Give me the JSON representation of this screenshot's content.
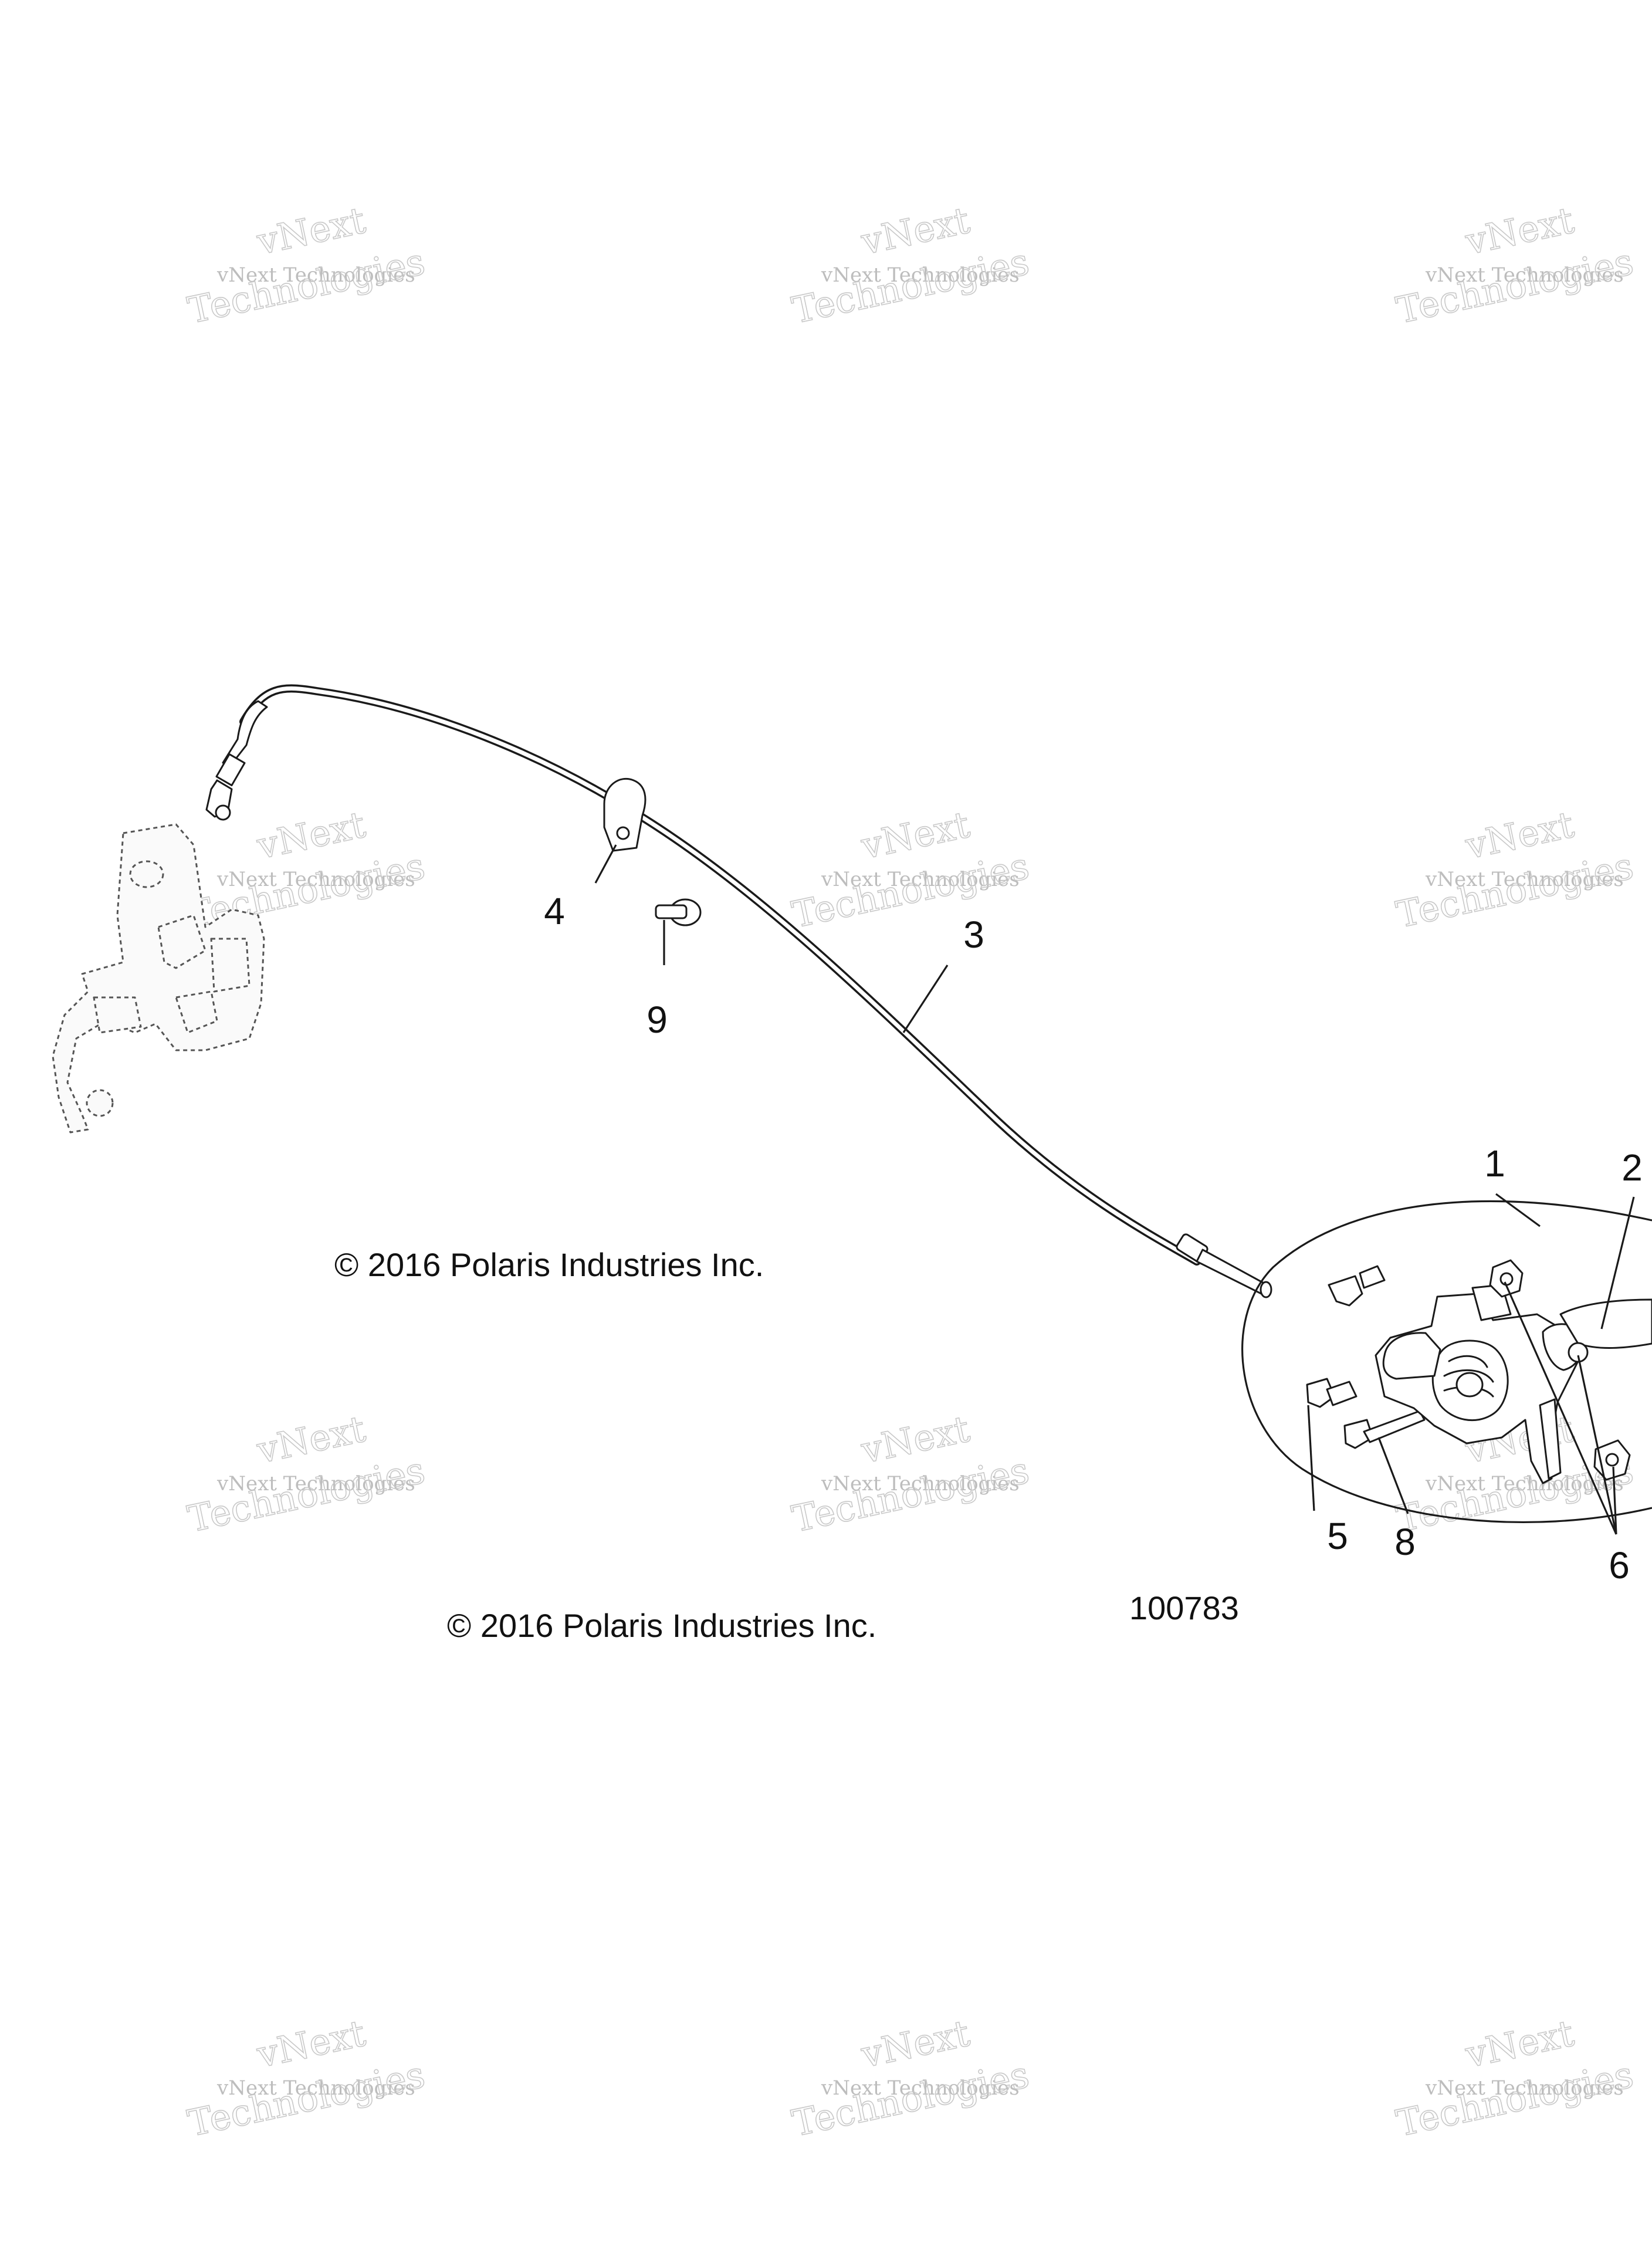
{
  "figure_id": "100783",
  "copyright_notices": [
    "© 2016 Polaris Industries Inc.",
    "© 2016 Polaris Industries Inc."
  ],
  "callouts": [
    {
      "label": "1"
    },
    {
      "label": "2"
    },
    {
      "label": "3"
    },
    {
      "label": "4"
    },
    {
      "label": "5"
    },
    {
      "label": "6"
    },
    {
      "label": "8"
    },
    {
      "label": "9"
    }
  ],
  "watermark": {
    "line1": "vNext",
    "line2": "vNext Technologies",
    "line3": "Technologies"
  },
  "colors": {
    "line": "#1a1a1a",
    "watermark": "#c9c9c9",
    "background": "#ffffff"
  }
}
